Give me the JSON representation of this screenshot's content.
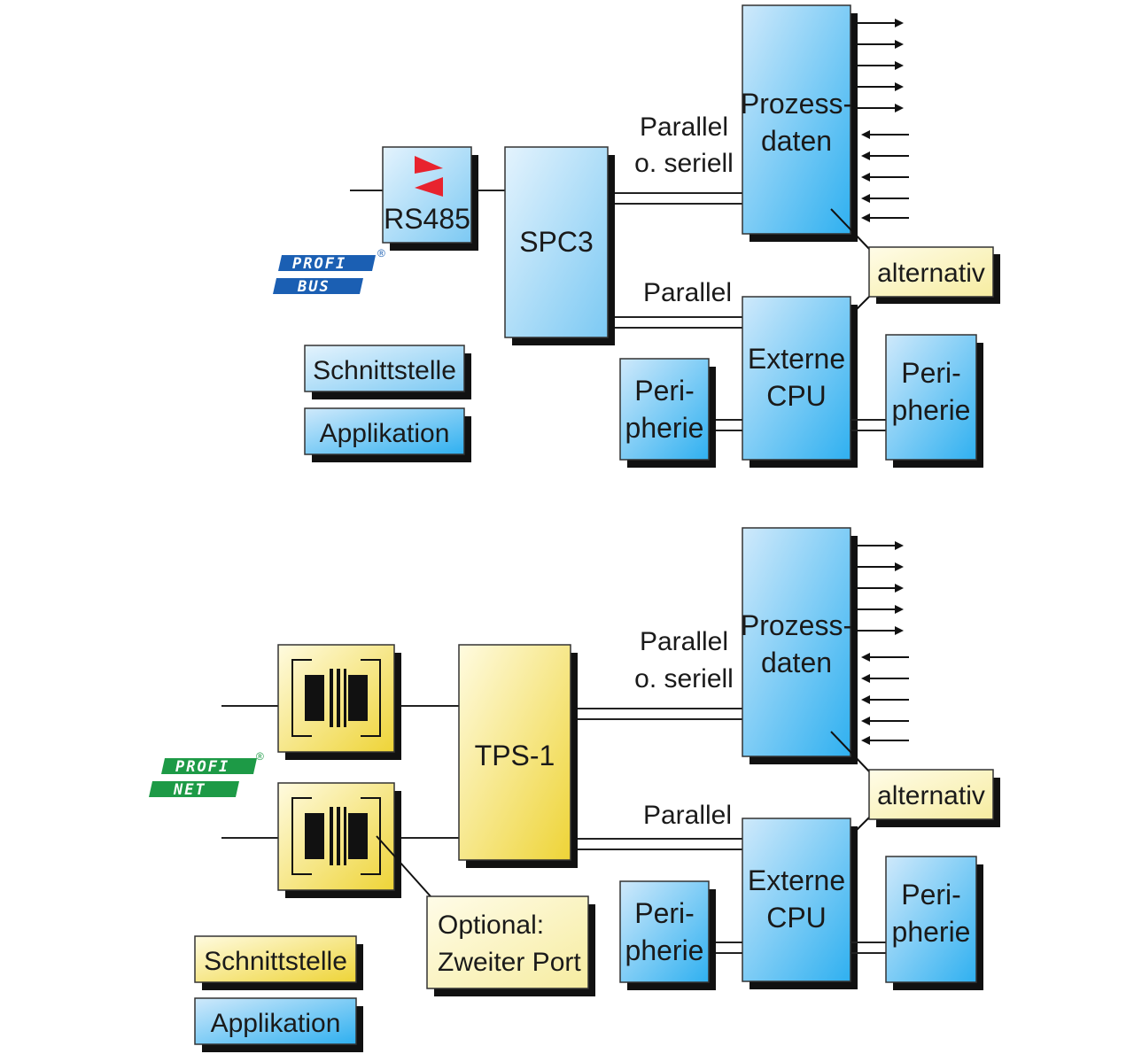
{
  "colors": {
    "blue_light": "#cfe9fb",
    "blue_mid": "#76c6f3",
    "blue_dark": "#18a6ee",
    "yellow_light": "#fff7c2",
    "yellow_dark": "#f0dc3a",
    "profibus_blue": "#1b5fb3",
    "profinet_green": "#1d9a46",
    "rs485_red": "#e8232e"
  },
  "top": {
    "rs485_label": "RS485",
    "chip_label": "SPC3",
    "process_lines": [
      "Prozess-",
      "daten"
    ],
    "parallel_serial_lines": [
      "Parallel",
      "o. seriell"
    ],
    "parallel_label": "Parallel",
    "alternativ_label": "alternativ",
    "cpu_lines": [
      "Externe",
      "CPU"
    ],
    "periphery_left_lines": [
      "Peri-",
      "pherie"
    ],
    "periphery_right_lines": [
      "Peri-",
      "pherie"
    ],
    "logo_top": "PROFI",
    "logo_bottom": "BUS",
    "logo_reg": "®",
    "legend_interface": "Schnittstelle",
    "legend_application": "Applikation",
    "logo_icon": "profibus-logo-icon",
    "rs485_icon": "rs485-triangles-icon"
  },
  "bottom": {
    "chip_label": "TPS-1",
    "process_lines": [
      "Prozess-",
      "daten"
    ],
    "parallel_serial_lines": [
      "Parallel",
      "o. seriell"
    ],
    "parallel_label": "Parallel",
    "alternativ_label": "alternativ",
    "cpu_lines": [
      "Externe",
      "CPU"
    ],
    "periphery_left_lines": [
      "Peri-",
      "pherie"
    ],
    "periphery_right_lines": [
      "Peri-",
      "pherie"
    ],
    "optional_lines": [
      "Optional:",
      "Zweiter Port"
    ],
    "logo_top": "PROFI",
    "logo_bottom": "NET",
    "logo_reg": "®",
    "legend_interface": "Schnittstelle",
    "legend_application": "Applikation",
    "logo_icon": "profinet-logo-icon",
    "transformer_icon": "transformer-icon"
  }
}
